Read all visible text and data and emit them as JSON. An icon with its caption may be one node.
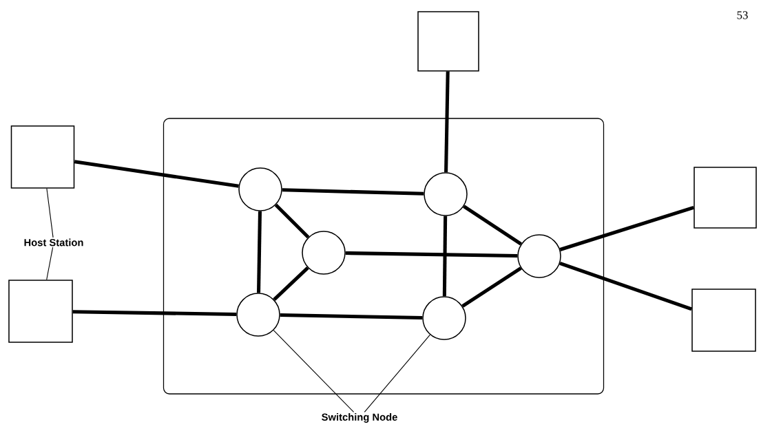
{
  "diagram": {
    "nodes": [
      {
        "text": [],
        "shape": "box"
      },
      {
        "text": [],
        "shape": "circle",
        "in": 0
      },
      {
        "text": [],
        "shape": "circle",
        "in": 0
      },
      {
        "text": [],
        "shape": "circle",
        "in": 0
      },
      {
        "text": [],
        "shape": "circle",
        "in": 0
      },
      {
        "text": [],
        "shape": "circle",
        "in": 0
      },
      {
        "text": [],
        "shape": "circle",
        "in": 0
      },
      {
        "text": [],
        "shape": "box"
      },
      {
        "text": [],
        "shape": "box"
      },
      {
        "text": [],
        "shape": "box"
      },
      {
        "text": [],
        "shape": "box"
      },
      {
        "text": [],
        "shape": "box"
      },
      {
        "text": [
          "Host Station"
        ]
      },
      {
        "text": [
          "Switching Node"
        ]
      }
    ],
    "edges": [
      {
        "from": 8,
        "to": 1,
        "arrow": "none"
      },
      {
        "from": 1,
        "to": 2,
        "arrow": "none"
      },
      {
        "from": 1,
        "to": 3,
        "arrow": "none"
      },
      {
        "from": 1,
        "to": 5,
        "arrow": "none"
      },
      {
        "from": 3,
        "to": 5,
        "arrow": "none"
      },
      {
        "from": 3,
        "to": 4,
        "arrow": "none"
      },
      {
        "from": 7,
        "to": 2,
        "arrow": "none"
      },
      {
        "from": 2,
        "to": 4,
        "arrow": "none"
      },
      {
        "from": 2,
        "to": 6,
        "arrow": "none"
      },
      {
        "from": 10,
        "to": 5,
        "arrow": "none"
      },
      {
        "from": 5,
        "to": 6,
        "arrow": "none"
      },
      {
        "from": 6,
        "to": 4,
        "arrow": "none"
      },
      {
        "from": 4,
        "to": 9,
        "arrow": "none"
      },
      {
        "from": 4,
        "to": 11,
        "arrow": "none"
      },
      {
        "from": 12,
        "to": 8,
        "arrow": "none"
      },
      {
        "from": 12,
        "to": 10,
        "arrow": "none"
      },
      {
        "from": 13,
        "to": 5,
        "arrow": "none"
      },
      {
        "from": 13,
        "to": 6,
        "arrow": "none"
      }
    ],
    "labels": [
      "53"
    ]
  }
}
